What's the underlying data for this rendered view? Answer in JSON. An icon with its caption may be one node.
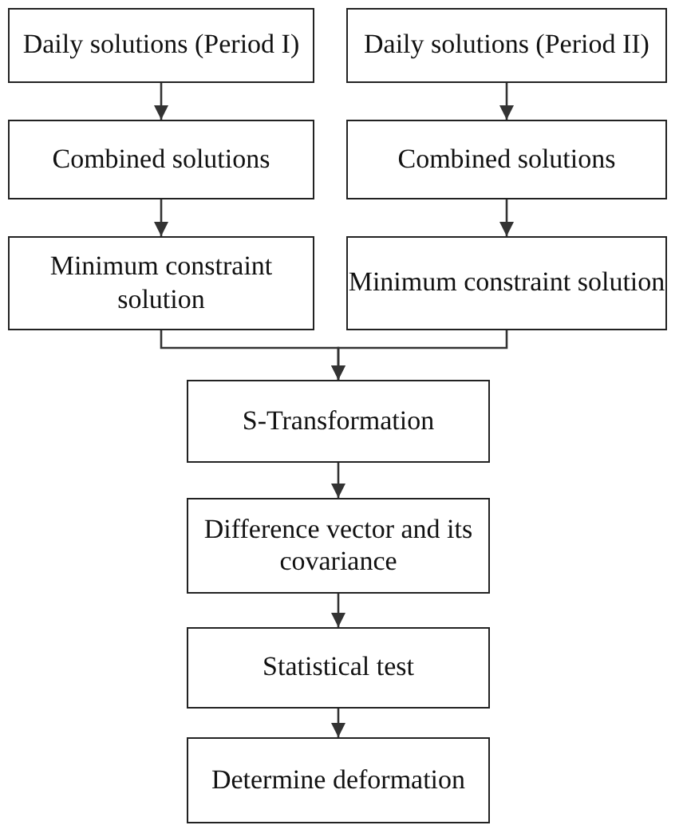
{
  "diagram": {
    "nodes": [
      {
        "text": [
          "Daily solutions (Period I)"
        ]
      },
      {
        "text": [
          "Daily solutions (Period II)"
        ]
      },
      {
        "text": [
          "Combined solutions"
        ]
      },
      {
        "text": [
          "Combined solutions"
        ]
      },
      {
        "text": [
          "Minimum constraint solution"
        ]
      },
      {
        "text": [
          "Minimum constraint solution"
        ]
      },
      {
        "text": [
          "S-Transformation"
        ]
      },
      {
        "text": [
          "Difference vector and its covariance"
        ]
      },
      {
        "text": [
          "Statistical test"
        ]
      },
      {
        "text": [
          "Determine deformation"
        ]
      }
    ],
    "edges": [
      {
        "from": 0,
        "to": 2,
        "arrow": "to"
      },
      {
        "from": 1,
        "to": 3,
        "arrow": "to"
      },
      {
        "from": 2,
        "to": 4,
        "arrow": "to"
      },
      {
        "from": 3,
        "to": 5,
        "arrow": "to"
      },
      {
        "from": 4,
        "to": 6,
        "arrow": "to"
      },
      {
        "from": 5,
        "to": 6,
        "arrow": "to"
      },
      {
        "from": 6,
        "to": 7,
        "arrow": "to"
      },
      {
        "from": 7,
        "to": 8,
        "arrow": "to"
      },
      {
        "from": 8,
        "to": 9,
        "arrow": "to"
      }
    ]
  }
}
